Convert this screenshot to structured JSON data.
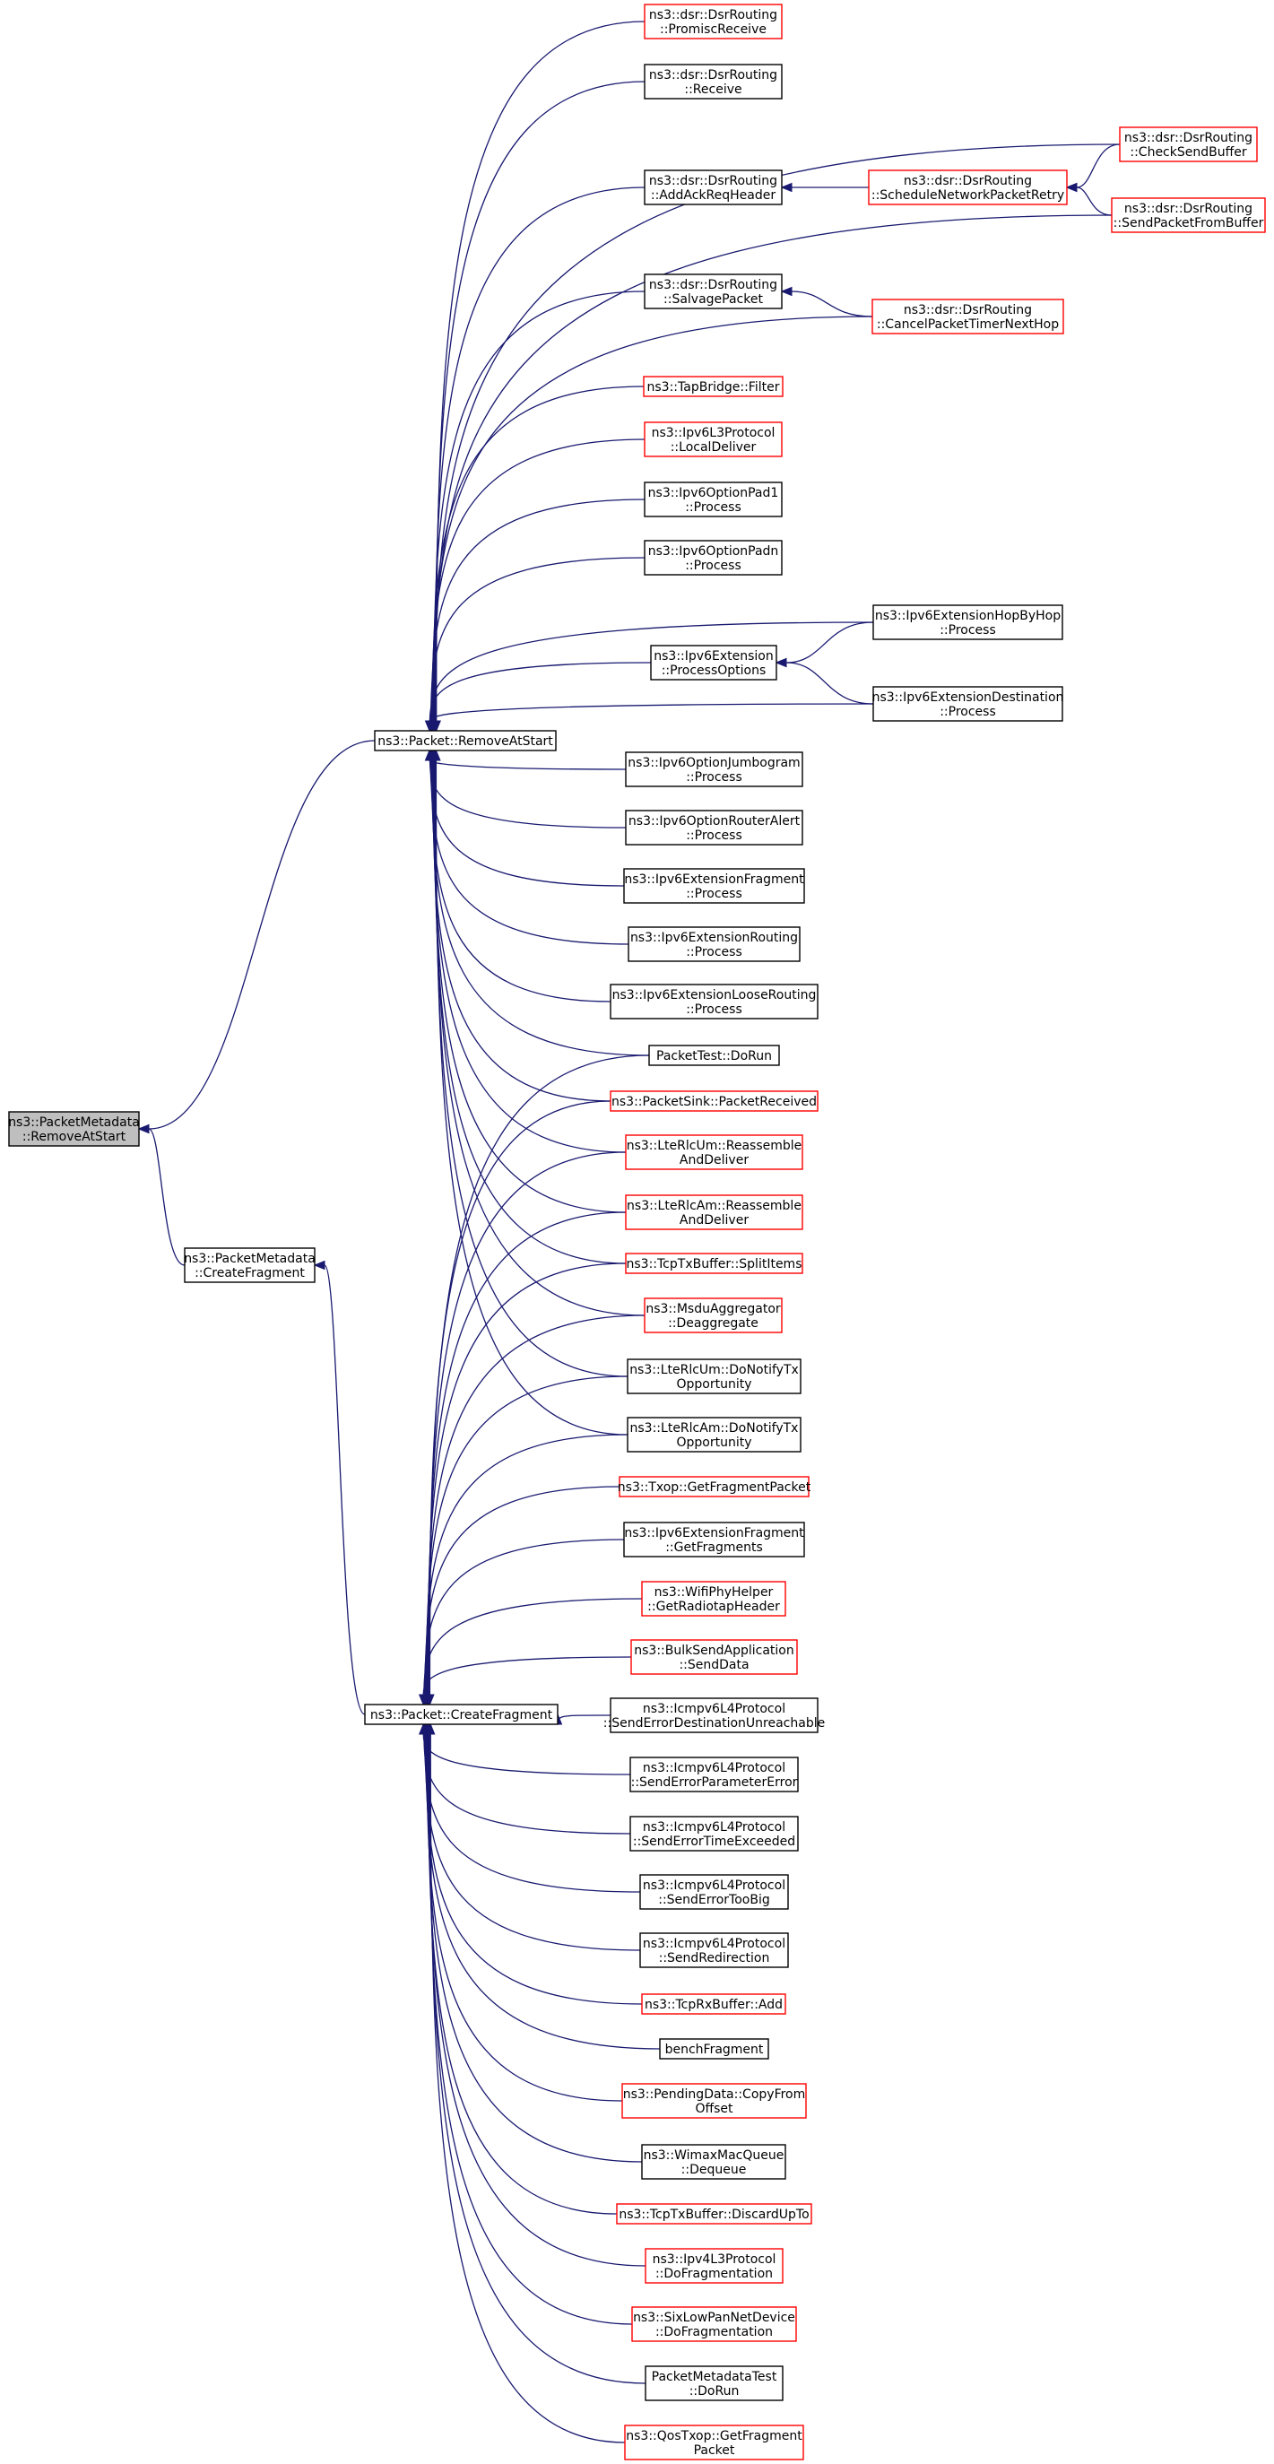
{
  "graph": {
    "colors": {
      "edge": "#191970",
      "border_normal": "#000000",
      "border_truncated": "#ff0000",
      "fill_root": "#bfbfbf",
      "fill_default": "#ffffff"
    },
    "nodes": [
      {
        "id": "root",
        "lines": [
          "ns3::PacketMetadata",
          "::RemoveAtStart"
        ],
        "style": "root"
      },
      {
        "id": "pm_createfragment",
        "lines": [
          "ns3::PacketMetadata",
          "::CreateFragment"
        ],
        "style": "normal"
      },
      {
        "id": "pkt_removeatstart",
        "lines": [
          "ns3::Packet::RemoveAtStart"
        ],
        "style": "normal"
      },
      {
        "id": "pkt_createfragment",
        "lines": [
          "ns3::Packet::CreateFragment"
        ],
        "style": "normal"
      },
      {
        "id": "dsr_promiscreceive",
        "lines": [
          "ns3::dsr::DsrRouting",
          "::PromiscReceive"
        ],
        "style": "truncated"
      },
      {
        "id": "dsr_receive",
        "lines": [
          "ns3::dsr::DsrRouting",
          "::Receive"
        ],
        "style": "normal"
      },
      {
        "id": "dsr_addackreqheader",
        "lines": [
          "ns3::dsr::DsrRouting",
          "::AddAckReqHeader"
        ],
        "style": "normal"
      },
      {
        "id": "dsr_salvagepacket",
        "lines": [
          "ns3::dsr::DsrRouting",
          "::SalvagePacket"
        ],
        "style": "normal"
      },
      {
        "id": "dsr_schedulenetworkpacketretry",
        "lines": [
          "ns3::dsr::DsrRouting",
          "::ScheduleNetworkPacketRetry"
        ],
        "style": "truncated"
      },
      {
        "id": "dsr_cancelpackettimernexthop",
        "lines": [
          "ns3::dsr::DsrRouting",
          "::CancelPacketTimerNextHop"
        ],
        "style": "truncated"
      },
      {
        "id": "dsr_checksendbuffer",
        "lines": [
          "ns3::dsr::DsrRouting",
          "::CheckSendBuffer"
        ],
        "style": "truncated"
      },
      {
        "id": "dsr_sendpacketfrombuffer",
        "lines": [
          "ns3::dsr::DsrRouting",
          "::SendPacketFromBuffer"
        ],
        "style": "truncated"
      },
      {
        "id": "tapbridge_filter",
        "lines": [
          "ns3::TapBridge::Filter"
        ],
        "style": "truncated"
      },
      {
        "id": "ipv6l3_localdeliver",
        "lines": [
          "ns3::Ipv6L3Protocol",
          "::LocalDeliver"
        ],
        "style": "truncated"
      },
      {
        "id": "ipv6optionpad1_process",
        "lines": [
          "ns3::Ipv6OptionPad1",
          "::Process"
        ],
        "style": "normal"
      },
      {
        "id": "ipv6optionpadn_process",
        "lines": [
          "ns3::Ipv6OptionPadn",
          "::Process"
        ],
        "style": "normal"
      },
      {
        "id": "ipv6ext_processoptions",
        "lines": [
          "ns3::Ipv6Extension",
          "::ProcessOptions"
        ],
        "style": "normal"
      },
      {
        "id": "ipv6ext_hopbyhop_process",
        "lines": [
          "ns3::Ipv6ExtensionHopByHop",
          "::Process"
        ],
        "style": "normal"
      },
      {
        "id": "ipv6ext_destination_process",
        "lines": [
          "ns3::Ipv6ExtensionDestination",
          "::Process"
        ],
        "style": "normal"
      },
      {
        "id": "ipv6opt_jumbogram_process",
        "lines": [
          "ns3::Ipv6OptionJumbogram",
          "::Process"
        ],
        "style": "normal"
      },
      {
        "id": "ipv6opt_routeralert_process",
        "lines": [
          "ns3::Ipv6OptionRouterAlert",
          "::Process"
        ],
        "style": "normal"
      },
      {
        "id": "ipv6ext_fragment_process",
        "lines": [
          "ns3::Ipv6ExtensionFragment",
          "::Process"
        ],
        "style": "normal"
      },
      {
        "id": "ipv6ext_routing_process",
        "lines": [
          "ns3::Ipv6ExtensionRouting",
          "::Process"
        ],
        "style": "normal"
      },
      {
        "id": "ipv6ext_looserouting_process",
        "lines": [
          "ns3::Ipv6ExtensionLooseRouting",
          "::Process"
        ],
        "style": "normal"
      },
      {
        "id": "packettest_dorun",
        "lines": [
          "PacketTest::DoRun"
        ],
        "style": "normal"
      },
      {
        "id": "packetsink_packetreceived",
        "lines": [
          "ns3::PacketSink::PacketReceived"
        ],
        "style": "truncated"
      },
      {
        "id": "lterlcum_reassemble",
        "lines": [
          "ns3::LteRlcUm::Reassemble",
          "AndDeliver"
        ],
        "style": "truncated"
      },
      {
        "id": "lterlcam_reassemble",
        "lines": [
          "ns3::LteRlcAm::Reassemble",
          "AndDeliver"
        ],
        "style": "truncated"
      },
      {
        "id": "tcptxbuffer_splititems",
        "lines": [
          "ns3::TcpTxBuffer::SplitItems"
        ],
        "style": "truncated"
      },
      {
        "id": "msduaggregator_deaggregate",
        "lines": [
          "ns3::MsduAggregator",
          "::Deaggregate"
        ],
        "style": "truncated"
      },
      {
        "id": "lterlcum_donotifytx",
        "lines": [
          "ns3::LteRlcUm::DoNotifyTx",
          "Opportunity"
        ],
        "style": "normal"
      },
      {
        "id": "lterlcam_donotifytx",
        "lines": [
          "ns3::LteRlcAm::DoNotifyTx",
          "Opportunity"
        ],
        "style": "normal"
      },
      {
        "id": "txop_getfragmentpacket",
        "lines": [
          "ns3::Txop::GetFragmentPacket"
        ],
        "style": "truncated"
      },
      {
        "id": "ipv6ext_fragment_getfragments",
        "lines": [
          "ns3::Ipv6ExtensionFragment",
          "::GetFragments"
        ],
        "style": "normal"
      },
      {
        "id": "wifiphyhelper_getradiotapheader",
        "lines": [
          "ns3::WifiPhyHelper",
          "::GetRadiotapHeader"
        ],
        "style": "truncated"
      },
      {
        "id": "bulksend_senddata",
        "lines": [
          "ns3::BulkSendApplication",
          "::SendData"
        ],
        "style": "truncated"
      },
      {
        "id": "icmpv6_senderrordestunreachable",
        "lines": [
          "ns3::Icmpv6L4Protocol",
          "::SendErrorDestinationUnreachable"
        ],
        "style": "normal"
      },
      {
        "id": "icmpv6_senderrorparametererror",
        "lines": [
          "ns3::Icmpv6L4Protocol",
          "::SendErrorParameterError"
        ],
        "style": "normal"
      },
      {
        "id": "icmpv6_senderrortimeexceeded",
        "lines": [
          "ns3::Icmpv6L4Protocol",
          "::SendErrorTimeExceeded"
        ],
        "style": "normal"
      },
      {
        "id": "icmpv6_senderrortoobig",
        "lines": [
          "ns3::Icmpv6L4Protocol",
          "::SendErrorTooBig"
        ],
        "style": "normal"
      },
      {
        "id": "icmpv6_sendredirection",
        "lines": [
          "ns3::Icmpv6L4Protocol",
          "::SendRedirection"
        ],
        "style": "normal"
      },
      {
        "id": "tcprxbuffer_add",
        "lines": [
          "ns3::TcpRxBuffer::Add"
        ],
        "style": "truncated"
      },
      {
        "id": "benchfragment",
        "lines": [
          "benchFragment"
        ],
        "style": "normal"
      },
      {
        "id": "pendingdata_copyfromoffset",
        "lines": [
          "ns3::PendingData::CopyFrom",
          "Offset"
        ],
        "style": "truncated"
      },
      {
        "id": "wimaxmacqueue_dequeue",
        "lines": [
          "ns3::WimaxMacQueue",
          "::Dequeue"
        ],
        "style": "normal"
      },
      {
        "id": "tcptxbuffer_discardupto",
        "lines": [
          "ns3::TcpTxBuffer::DiscardUpTo"
        ],
        "style": "truncated"
      },
      {
        "id": "ipv4l3_dofragmentation",
        "lines": [
          "ns3::Ipv4L3Protocol",
          "::DoFragmentation"
        ],
        "style": "truncated"
      },
      {
        "id": "sixlowpan_dofragmentation",
        "lines": [
          "ns3::SixLowPanNetDevice",
          "::DoFragmentation"
        ],
        "style": "truncated"
      },
      {
        "id": "packetmetadatatest_dorun",
        "lines": [
          "PacketMetadataTest",
          "::DoRun"
        ],
        "style": "normal"
      },
      {
        "id": "qostxop_getfragmentpacket",
        "lines": [
          "ns3::QosTxop::GetFragment",
          "Packet"
        ],
        "style": "truncated"
      }
    ],
    "edges": [
      [
        "pm_createfragment",
        "root"
      ],
      [
        "pkt_removeatstart",
        "root"
      ],
      [
        "pkt_createfragment",
        "pm_createfragment"
      ],
      [
        "dsr_promiscreceive",
        "pkt_removeatstart"
      ],
      [
        "dsr_receive",
        "pkt_removeatstart"
      ],
      [
        "dsr_checksendbuffer",
        "pkt_removeatstart"
      ],
      [
        "dsr_addackreqheader",
        "pkt_removeatstart"
      ],
      [
        "dsr_sendpacketfrombuffer",
        "pkt_removeatstart"
      ],
      [
        "dsr_salvagepacket",
        "pkt_removeatstart"
      ],
      [
        "dsr_cancelpackettimernexthop",
        "pkt_removeatstart"
      ],
      [
        "tapbridge_filter",
        "pkt_removeatstart"
      ],
      [
        "ipv6l3_localdeliver",
        "pkt_removeatstart"
      ],
      [
        "ipv6optionpad1_process",
        "pkt_removeatstart"
      ],
      [
        "ipv6optionpadn_process",
        "pkt_removeatstart"
      ],
      [
        "ipv6ext_hopbyhop_process",
        "pkt_removeatstart"
      ],
      [
        "ipv6ext_processoptions",
        "pkt_removeatstart"
      ],
      [
        "ipv6ext_destination_process",
        "pkt_removeatstart"
      ],
      [
        "ipv6opt_jumbogram_process",
        "pkt_removeatstart"
      ],
      [
        "ipv6opt_routeralert_process",
        "pkt_removeatstart"
      ],
      [
        "ipv6ext_fragment_process",
        "pkt_removeatstart"
      ],
      [
        "ipv6ext_routing_process",
        "pkt_removeatstart"
      ],
      [
        "ipv6ext_looserouting_process",
        "pkt_removeatstart"
      ],
      [
        "packettest_dorun",
        "pkt_removeatstart"
      ],
      [
        "packetsink_packetreceived",
        "pkt_removeatstart"
      ],
      [
        "lterlcum_reassemble",
        "pkt_removeatstart"
      ],
      [
        "lterlcam_reassemble",
        "pkt_removeatstart"
      ],
      [
        "tcptxbuffer_splititems",
        "pkt_removeatstart"
      ],
      [
        "msduaggregator_deaggregate",
        "pkt_removeatstart"
      ],
      [
        "lterlcum_donotifytx",
        "pkt_removeatstart"
      ],
      [
        "lterlcam_donotifytx",
        "pkt_removeatstart"
      ],
      [
        "dsr_schedulenetworkpacketretry",
        "dsr_addackreqheader"
      ],
      [
        "dsr_checksendbuffer",
        "dsr_schedulenetworkpacketretry"
      ],
      [
        "dsr_sendpacketfrombuffer",
        "dsr_schedulenetworkpacketretry"
      ],
      [
        "dsr_cancelpackettimernexthop",
        "dsr_salvagepacket"
      ],
      [
        "ipv6ext_hopbyhop_process",
        "ipv6ext_processoptions"
      ],
      [
        "ipv6ext_destination_process",
        "ipv6ext_processoptions"
      ],
      [
        "packettest_dorun",
        "pkt_createfragment"
      ],
      [
        "packetsink_packetreceived",
        "pkt_createfragment"
      ],
      [
        "lterlcum_reassemble",
        "pkt_createfragment"
      ],
      [
        "lterlcam_reassemble",
        "pkt_createfragment"
      ],
      [
        "tcptxbuffer_splititems",
        "pkt_createfragment"
      ],
      [
        "msduaggregator_deaggregate",
        "pkt_createfragment"
      ],
      [
        "lterlcum_donotifytx",
        "pkt_createfragment"
      ],
      [
        "lterlcam_donotifytx",
        "pkt_createfragment"
      ],
      [
        "txop_getfragmentpacket",
        "pkt_createfragment"
      ],
      [
        "ipv6ext_fragment_getfragments",
        "pkt_createfragment"
      ],
      [
        "wifiphyhelper_getradiotapheader",
        "pkt_createfragment"
      ],
      [
        "bulksend_senddata",
        "pkt_createfragment"
      ],
      [
        "icmpv6_senderrordestunreachable",
        "pkt_createfragment"
      ],
      [
        "icmpv6_senderrorparametererror",
        "pkt_createfragment"
      ],
      [
        "icmpv6_senderrortimeexceeded",
        "pkt_createfragment"
      ],
      [
        "icmpv6_senderrortoobig",
        "pkt_createfragment"
      ],
      [
        "icmpv6_sendredirection",
        "pkt_createfragment"
      ],
      [
        "tcprxbuffer_add",
        "pkt_createfragment"
      ],
      [
        "benchfragment",
        "pkt_createfragment"
      ],
      [
        "pendingdata_copyfromoffset",
        "pkt_createfragment"
      ],
      [
        "wimaxmacqueue_dequeue",
        "pkt_createfragment"
      ],
      [
        "tcptxbuffer_discardupto",
        "pkt_createfragment"
      ],
      [
        "ipv4l3_dofragmentation",
        "pkt_createfragment"
      ],
      [
        "sixlowpan_dofragmentation",
        "pkt_createfragment"
      ],
      [
        "packetmetadatatest_dorun",
        "pkt_createfragment"
      ],
      [
        "qostxop_getfragmentpacket",
        "pkt_createfragment"
      ]
    ]
  }
}
